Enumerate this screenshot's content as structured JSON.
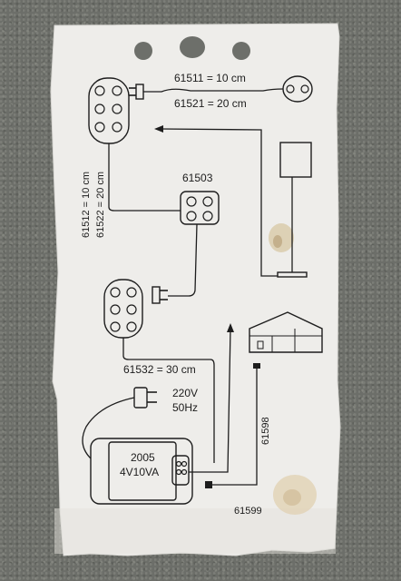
{
  "card": {
    "paper_color": "#eeedea",
    "line_color": "#1d1d1d"
  },
  "labels": {
    "cable_short": "61511 = 10 cm",
    "cable_long": "61521 = 20 cm",
    "side_short": "61512 = 10 cm",
    "side_long": "61522 = 20 cm",
    "distributor": "61503",
    "cable_30": "61532 = 30 cm",
    "voltage": "220V",
    "frequency": "50Hz",
    "transformer_model": "2005",
    "transformer_rating": "4V10VA",
    "vertical_part": "61598",
    "bottom_part": "61599"
  }
}
